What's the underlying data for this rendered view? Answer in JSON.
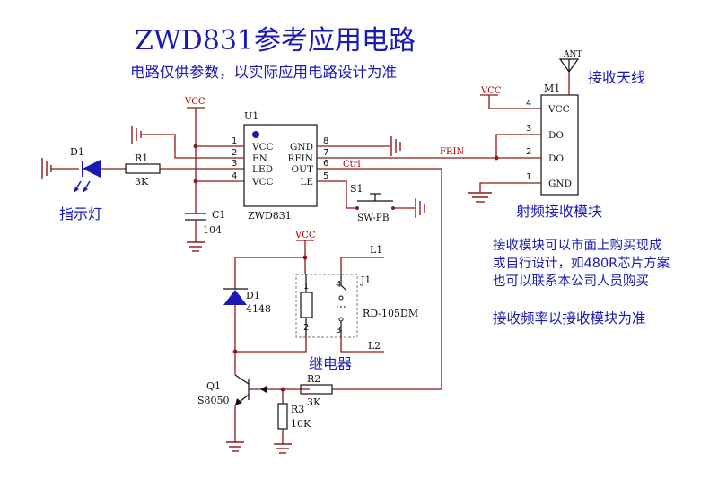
{
  "title": "ZWD831参考应用电路",
  "subtitle": "电路仅供参数，以实际应用电路设计为准",
  "ic": {
    "ref": "U1",
    "part": "ZWD831",
    "pins_left": [
      {
        "no": "1",
        "name": "VCC"
      },
      {
        "no": "2",
        "name": "EN"
      },
      {
        "no": "3",
        "name": "LED"
      },
      {
        "no": "4",
        "name": "VCC"
      }
    ],
    "pins_right": [
      {
        "no": "8",
        "name": "GND"
      },
      {
        "no": "7",
        "name": "RFIN"
      },
      {
        "no": "6",
        "name": "OUT"
      },
      {
        "no": "5",
        "name": "LE"
      }
    ]
  },
  "module": {
    "ref": "M1",
    "name": "射频接收模块",
    "pins": [
      {
        "no": "4",
        "name": "VCC"
      },
      {
        "no": "3",
        "name": "DO"
      },
      {
        "no": "2",
        "name": "DO"
      },
      {
        "no": "1",
        "name": "GND"
      }
    ]
  },
  "antenna": {
    "ref": "ANT",
    "name": "接收天线"
  },
  "nets": {
    "vcc": "VCC",
    "frin": "FRIN",
    "ctrl": "Ctrl"
  },
  "led": {
    "ref": "D1",
    "caption": "指示灯"
  },
  "r1": {
    "ref": "R1",
    "value": "3K"
  },
  "c1": {
    "ref": "C1",
    "value": "104"
  },
  "switch": {
    "ref": "S1",
    "part": "SW-PB"
  },
  "relay": {
    "ref": "J1",
    "part": "RD-105DM",
    "caption": "继电器",
    "l1": "L1",
    "l2": "L2",
    "pin1": "1",
    "pin2": "2",
    "pin3": "3",
    "pin4": "4"
  },
  "diode": {
    "ref": "D1",
    "part": "4148"
  },
  "transistor": {
    "ref": "Q1",
    "part": "S8050"
  },
  "r2": {
    "ref": "R2",
    "value": "3K"
  },
  "r3": {
    "ref": "R3",
    "value": "10K"
  },
  "notes": [
    "接收模块可以市面上购买现成",
    "或自行设计，如480R芯片方案",
    "也可以联系本公司人员购买"
  ],
  "note_freq": "接收频率以接收模块为准",
  "colors": {
    "wire": "#8b1a1a",
    "accent": "#1a1ab5"
  }
}
